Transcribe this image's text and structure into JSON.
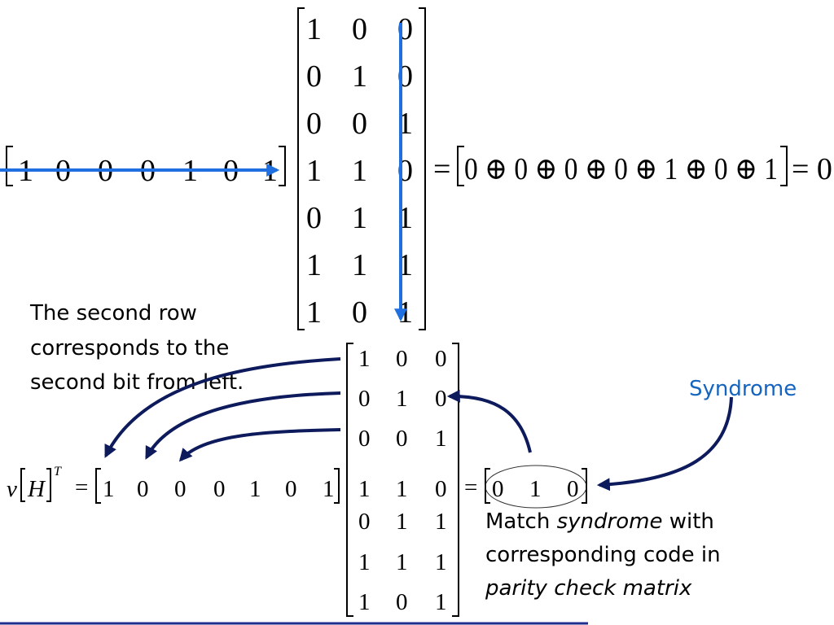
{
  "top": {
    "row_vector": [
      "1",
      "0",
      "0",
      "0",
      "1",
      "0",
      "1"
    ],
    "matrix": [
      [
        "1",
        "0",
        "0"
      ],
      [
        "0",
        "1",
        "0"
      ],
      [
        "0",
        "0",
        "1"
      ],
      [
        "1",
        "1",
        "0"
      ],
      [
        "0",
        "1",
        "1"
      ],
      [
        "1",
        "1",
        "1"
      ],
      [
        "1",
        "0",
        "1"
      ]
    ],
    "equals": "=",
    "expression": "0 ⊕ 0 ⊕ 0 ⊕ 0 ⊕ 1 ⊕ 0 ⊕ 1",
    "result": "= 0"
  },
  "bottom": {
    "lhs_v": "v",
    "lhs_H": "H",
    "lhs_T": "T",
    "lhs_eq": "=",
    "row_vector": [
      "1",
      "0",
      "0",
      "0",
      "1",
      "0",
      "1"
    ],
    "matrix": [
      [
        "1",
        "0",
        "0"
      ],
      [
        "0",
        "1",
        "0"
      ],
      [
        "0",
        "0",
        "1"
      ],
      [
        "1",
        "1",
        "0"
      ],
      [
        "0",
        "1",
        "1"
      ],
      [
        "1",
        "1",
        "1"
      ],
      [
        "1",
        "0",
        "1"
      ]
    ],
    "equals": "=",
    "syndrome": [
      "0",
      "1",
      "0"
    ]
  },
  "annotations": {
    "second_row_note": [
      "The second row",
      "corresponds to the",
      "second bit from left."
    ],
    "syndrome_label": "Syndrome",
    "match_note_1a": "Match ",
    "match_note_1b": "syndrome",
    "match_note_1c": " with",
    "match_note_2": "corresponding code in",
    "match_note_3": "parity check matrix"
  },
  "colors": {
    "arrow_blue": "#1f6fe0",
    "arrow_dark": "#0d1a5c",
    "label_blue": "#1565c0"
  }
}
